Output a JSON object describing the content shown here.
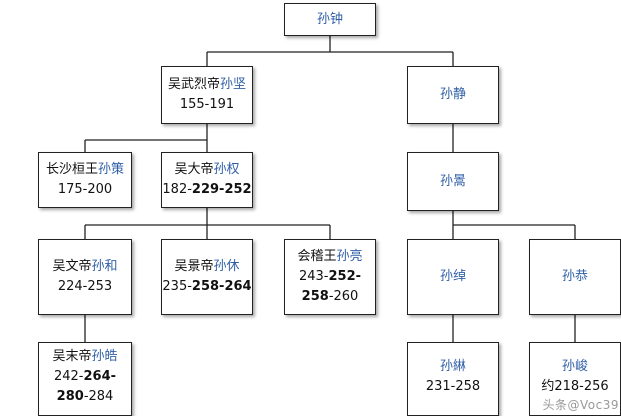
{
  "nodes": {
    "sun_zhong": {
      "name": "孙钟"
    },
    "sun_jian": {
      "title": "吴武烈帝",
      "name": "孙坚",
      "dates": "155-191"
    },
    "sun_jing": {
      "name": "孙静"
    },
    "sun_ce": {
      "title": "长沙桓王",
      "name": "孙策",
      "dates": "175-200"
    },
    "sun_quan": {
      "title": "吴大帝",
      "name": "孙权",
      "dates_pre": "182-",
      "dates_bold": "229-252"
    },
    "sun_gao": {
      "name": "孙暠"
    },
    "sun_he": {
      "title": "吴文帝",
      "name": "孙和",
      "dates": "224-253"
    },
    "sun_xiu": {
      "title": "吴景帝",
      "name": "孙休",
      "dates_pre": "235-",
      "dates_bold": "258-264"
    },
    "sun_liang": {
      "title": "会稽王",
      "name": "孙亮",
      "dates_pre": "243-",
      "dates_bold_1": "252-",
      "dates_bold_2": "258",
      "dates_post": "-260"
    },
    "sun_chuo": {
      "name": "孙绰"
    },
    "sun_gong": {
      "name": "孙恭"
    },
    "sun_hao": {
      "title": "吴末帝",
      "name": "孙皓",
      "dates_pre": "242-",
      "dates_bold_1": "264-",
      "dates_bold_2": "280",
      "dates_post": "-284"
    },
    "sun_lin": {
      "name": "孙綝",
      "dates": "231-258"
    },
    "sun_jun": {
      "name": "孙峻",
      "dates": "约218-256"
    }
  },
  "watermark": "头条@Voc39"
}
